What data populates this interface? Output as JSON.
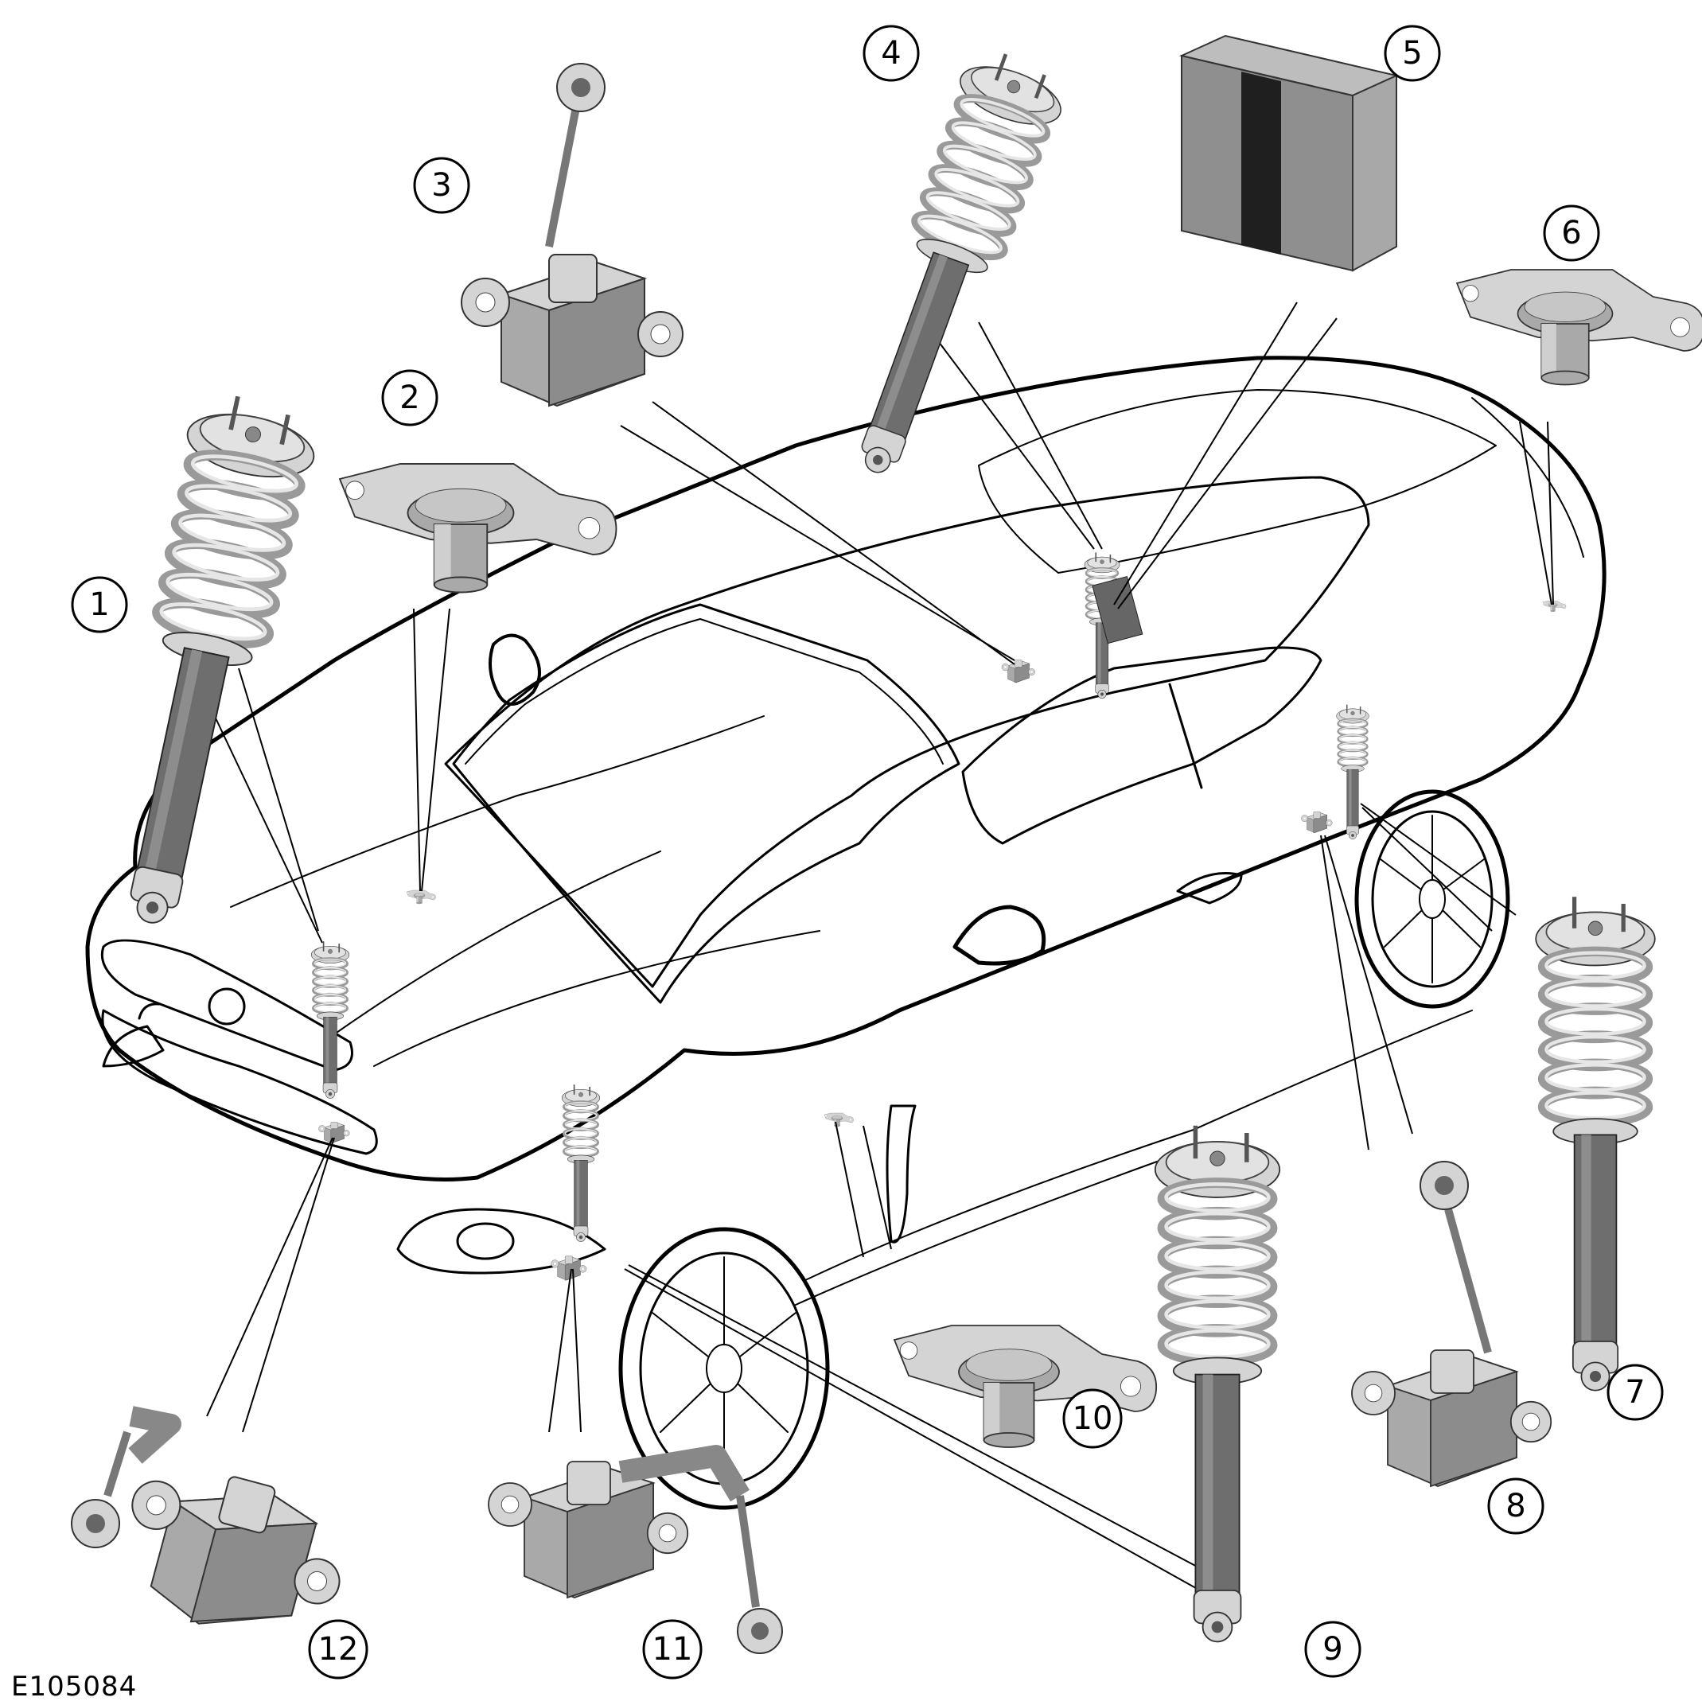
{
  "figure": {
    "reference_code": "E105084",
    "callouts": [
      "1",
      "2",
      "3",
      "4",
      "5",
      "6",
      "7",
      "8",
      "9",
      "10",
      "11",
      "12"
    ]
  },
  "components": [
    {
      "callout": "1",
      "icon": "coil-spring-damper-icon"
    },
    {
      "callout": "2",
      "icon": "accelerometer-sensor-icon"
    },
    {
      "callout": "3",
      "icon": "height-sensor-icon"
    },
    {
      "callout": "4",
      "icon": "coil-spring-damper-icon"
    },
    {
      "callout": "5",
      "icon": "control-module-icon"
    },
    {
      "callout": "6",
      "icon": "accelerometer-sensor-icon"
    },
    {
      "callout": "7",
      "icon": "coil-spring-damper-icon"
    },
    {
      "callout": "8",
      "icon": "height-sensor-icon"
    },
    {
      "callout": "9",
      "icon": "coil-spring-damper-icon"
    },
    {
      "callout": "10",
      "icon": "accelerometer-sensor-icon"
    },
    {
      "callout": "11",
      "icon": "height-sensor-icon"
    },
    {
      "callout": "12",
      "icon": "height-sensor-icon"
    }
  ]
}
